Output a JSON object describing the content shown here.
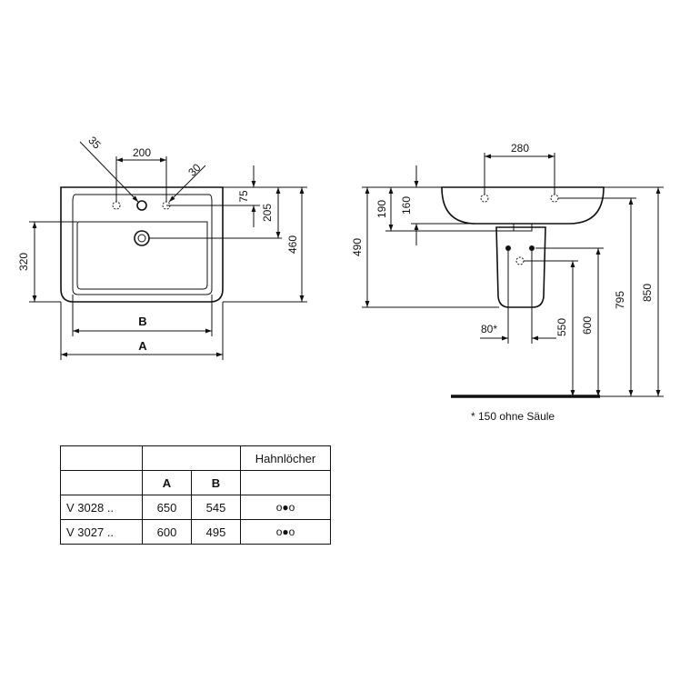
{
  "top_view": {
    "dim_35": "35",
    "dim_200": "200",
    "dim_30": "30",
    "dim_75": "75",
    "dim_205": "205",
    "dim_460": "460",
    "dim_320": "320",
    "label_b": "B",
    "label_a": "A"
  },
  "side_view": {
    "dim_280": "280",
    "dim_190": "190",
    "dim_160": "160",
    "dim_490": "490",
    "dim_80": "80*",
    "dim_550": "550",
    "dim_600": "600",
    "dim_795": "795",
    "dim_850": "850",
    "footnote": "* 150 ohne Säule"
  },
  "table": {
    "header_faucet": "Hahnlöcher",
    "col_a": "A",
    "col_b": "B",
    "rows": [
      {
        "model": "V 3028 ..",
        "a": "650",
        "b": "545",
        "holes": "o●o"
      },
      {
        "model": "V 3027 ..",
        "a": "600",
        "b": "495",
        "holes": "o●o"
      }
    ]
  }
}
